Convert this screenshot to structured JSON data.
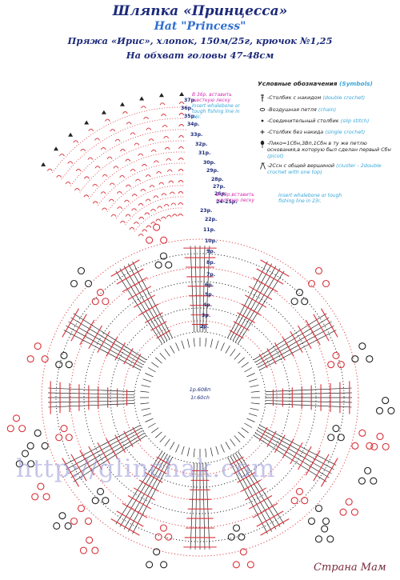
{
  "header": {
    "title": "Шляпка «Принцесса»",
    "title_en": "Hat \"Princess\"",
    "yarn_line": "Пряжа «Ирис», хлопок, 150м/25г, крючок №1,25",
    "size_line": "На обхват головы 47-48см"
  },
  "legend": {
    "heading_ru": "Условные обозначения",
    "heading_en": "(Symbols)",
    "items": [
      {
        "symbol": "dc-icon",
        "ru": "-Столбик с накидом",
        "en": "(double crochet)"
      },
      {
        "symbol": "chain-icon",
        "ru": "-Воздушная петля",
        "en": "(chain)"
      },
      {
        "symbol": "slip-stitch-icon",
        "ru": "-Соединительный столбик",
        "en": "(slip stitch)"
      },
      {
        "symbol": "sc-icon",
        "ru": "-Столбик без накида",
        "en": "(single crochet)"
      },
      {
        "symbol": "picot-icon",
        "ru": "-Пико=1Сбн,3Вп,1Сбн в ту же петлю основания,в которую был сделан первый Сбн",
        "en": "(picot)"
      },
      {
        "symbol": "cluster-icon",
        "ru": "-2Ссн с общей вершиной",
        "en": "(cluster - 2double crochet with one top)"
      }
    ]
  },
  "notes": {
    "top_ru": "В 36р. вставить жесткую леску",
    "top_en": "Insert whalebone or tough fishing line in 36r.",
    "mid_ru": "В 23р.вставить жесткую леску",
    "mid_en": "Insert whalebone or tough fishing line in 23r."
  },
  "center": {
    "line1": "1р.608п",
    "line2": "1r.60ch"
  },
  "row_labels": [
    "37p.",
    "36p.",
    "35p.",
    "34p.",
    "33p.",
    "32p.",
    "31p.",
    "30p.",
    "29p.",
    "28p.",
    "27p.",
    "26p.",
    "24-25p.",
    "23p.",
    "22p.",
    "11p.",
    "10p.",
    "9p.",
    "8p.",
    "7p.",
    "6p.",
    "5p.",
    "4p.",
    "3p.",
    "2p."
  ],
  "watermark": "http://glinchak.com",
  "logo": "Страна Мам",
  "colors": {
    "navy": "#1c2a7a",
    "red": "#d8323a",
    "black": "#222222",
    "blue": "#2f6fd0",
    "pink": "#d22fb0",
    "cyan": "#3aa7d8"
  }
}
